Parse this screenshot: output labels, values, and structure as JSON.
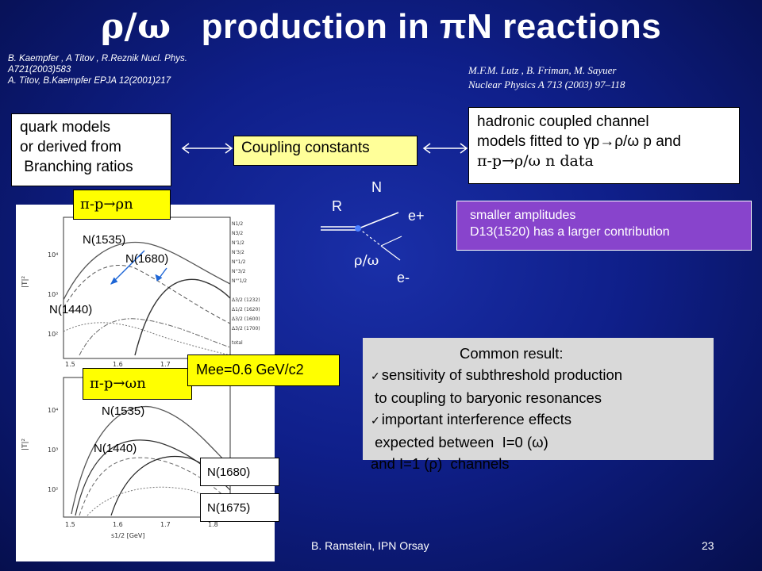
{
  "slide": {
    "title_greek": "ρ/ω",
    "title_text": "production in πN reactions",
    "ref_left": [
      "B. Kaempfer , A Titov , R.Reznik  Nucl. Phys.",
      "A721(2003)583",
      "A.   Titov, B.Kaempfer EPJA 12(2001)217"
    ],
    "ref_right": [
      "M.F.M. Lutz , B. Friman, M. Sayuer",
      "Nuclear Physics A 713 (2003) 97–118"
    ],
    "box_quark": [
      "quark models",
      "or derived from",
      " Branching ratios"
    ],
    "box_coupling": "Coupling  constants",
    "box_hadronic": [
      "hadronic coupled channel",
      "models fitted to γp→ρ/ω p and",
      "π-p→ρ/ω n  data"
    ],
    "diagram": {
      "N": "N",
      "R": "R",
      "eplus": "e+",
      "eminus": "e-",
      "rho_omega": "ρ/ω"
    },
    "purple_box": [
      "smaller amplitudes",
      "D13(1520) has a larger contribution"
    ],
    "reaction_rho": "π-p→ρn",
    "reaction_omega": "π-p→ωn",
    "mee": "Mee=0.6 GeV/c2",
    "common_result": {
      "heading": "Common result:",
      "line1": "sensitivity of subthreshold production",
      "line2": " to coupling to baryonic resonances",
      "line3": "important interference effects",
      "line4": " expected between  I=0 (ω)",
      "line5": "and I=1 (ρ)  channels"
    },
    "plot_labels": {
      "n1535_top": "N(1535)",
      "n1680_top": "N(1680)",
      "n1440_top": "N(1440)",
      "n1535_bot": "N(1535)",
      "n1440_bot": "N(1440)",
      "n1680_bot": "N(1680)",
      "n1675_bot": "N(1675)"
    },
    "plot_axis": {
      "ylabel": "|T|²",
      "xlabel": "s1/2 [GeV]",
      "xticks": [
        "1.5",
        "1.6",
        "1.7",
        "1.8"
      ],
      "yticks_top": [
        "10⁴",
        "10³",
        "10²"
      ],
      "yticks_bot": [
        "10⁴",
        "10³",
        "10²"
      ],
      "legend": [
        "N1/2",
        "N3/2",
        "N'1/2",
        "N'3/2",
        "N''1/2",
        "N''3/2",
        "N'''1/2",
        "Δ3/2 (1232)",
        "Δ1/2 (1620)",
        "Δ3/2 (1600)",
        "Δ3/2 (1700)",
        "total"
      ]
    },
    "footer_author": "B. Ramstein, IPN Orsay",
    "footer_page": "23"
  }
}
